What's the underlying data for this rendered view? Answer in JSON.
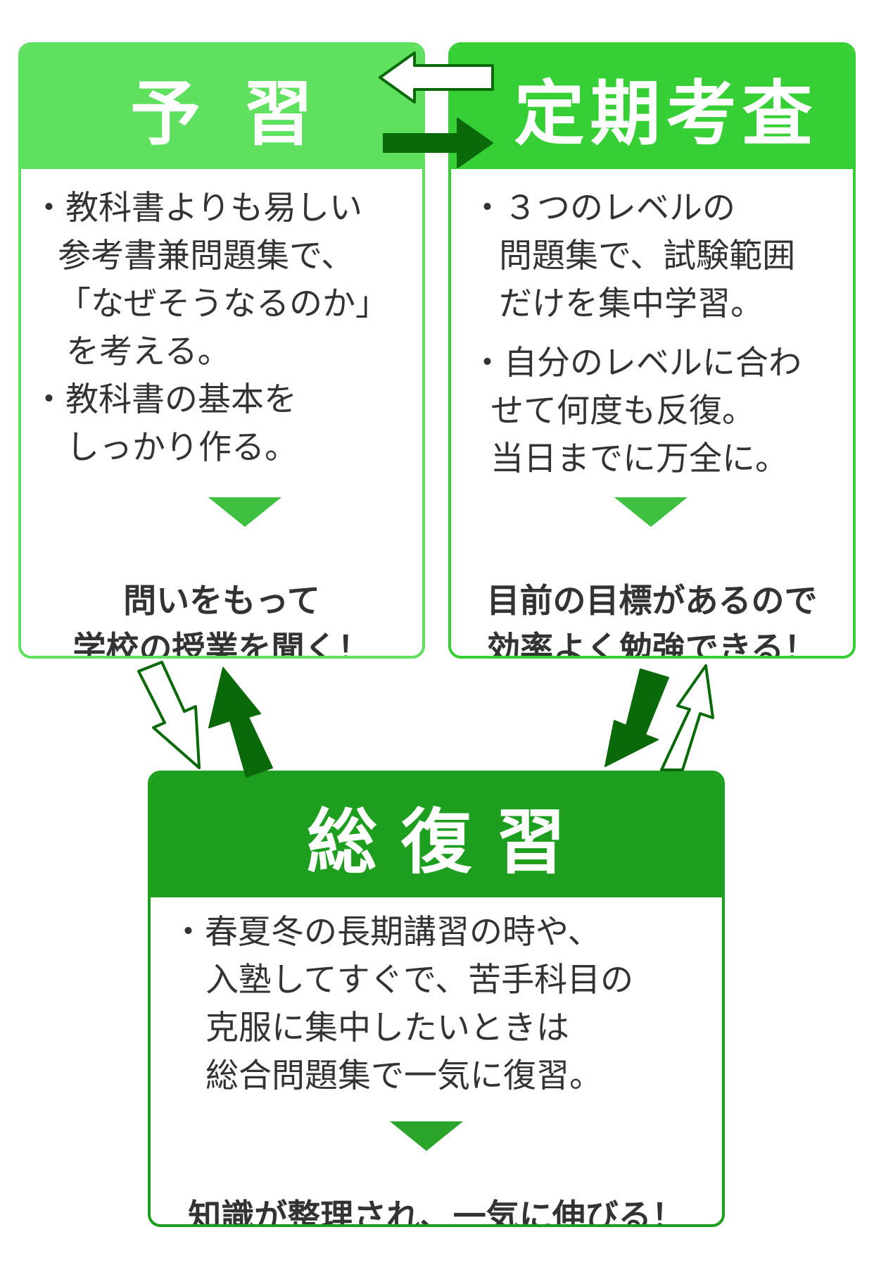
{
  "boxes": {
    "yoshu": {
      "title": "予習",
      "items": [
        [
          "・教科書よりも易しい",
          "参考書兼問題集で、",
          "「なぜそうなるのか」",
          "を考える。"
        ],
        [
          "・教科書の基本を",
          "しっかり作る。"
        ]
      ],
      "result": [
        "問いをもって",
        "学校の授業を聞く！"
      ]
    },
    "teiki": {
      "title": "定期考査",
      "items": [
        [
          "・３つのレベルの",
          "問題集で、試験範囲",
          "だけを集中学習。"
        ],
        [
          "・自分のレベルに合わ",
          "せて何度も反復。",
          "当日までに万全に。"
        ]
      ],
      "result": [
        "目前の目標があるので",
        "効率よく勉強できる！"
      ]
    },
    "sofuku": {
      "title": "総復習",
      "items": [
        [
          "・春夏冬の長期講習の時や、",
          "入塾してすぐで、苦手科目の",
          "克服に集中したいときは",
          "総合問題集で一気に復習。"
        ]
      ],
      "result": [
        "知識が整理され、一気に伸びる！"
      ]
    }
  },
  "colors": {
    "yoshu_header": "#5fe05f",
    "teiki_header": "#36cf36",
    "sofuku_header": "#1e9e1e",
    "arrow_dark": "#0a6a0a",
    "text": "#333333"
  }
}
